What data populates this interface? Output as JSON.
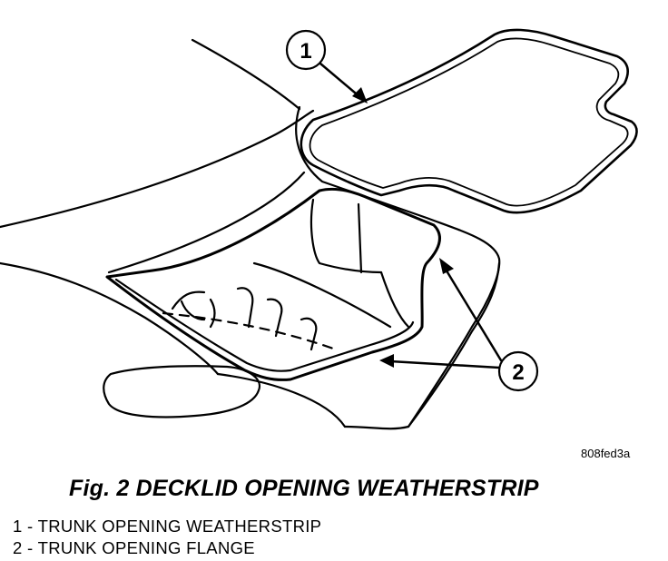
{
  "figure": {
    "code": "808fed3a",
    "caption": "Fig. 2 DECKLID OPENING WEATHERSTRIP"
  },
  "callouts": [
    {
      "number": "1"
    },
    {
      "number": "2"
    }
  ],
  "legend": [
    {
      "text": "1 - TRUNK OPENING WEATHERSTRIP"
    },
    {
      "text": "2 - TRUNK OPENING FLANGE"
    }
  ]
}
